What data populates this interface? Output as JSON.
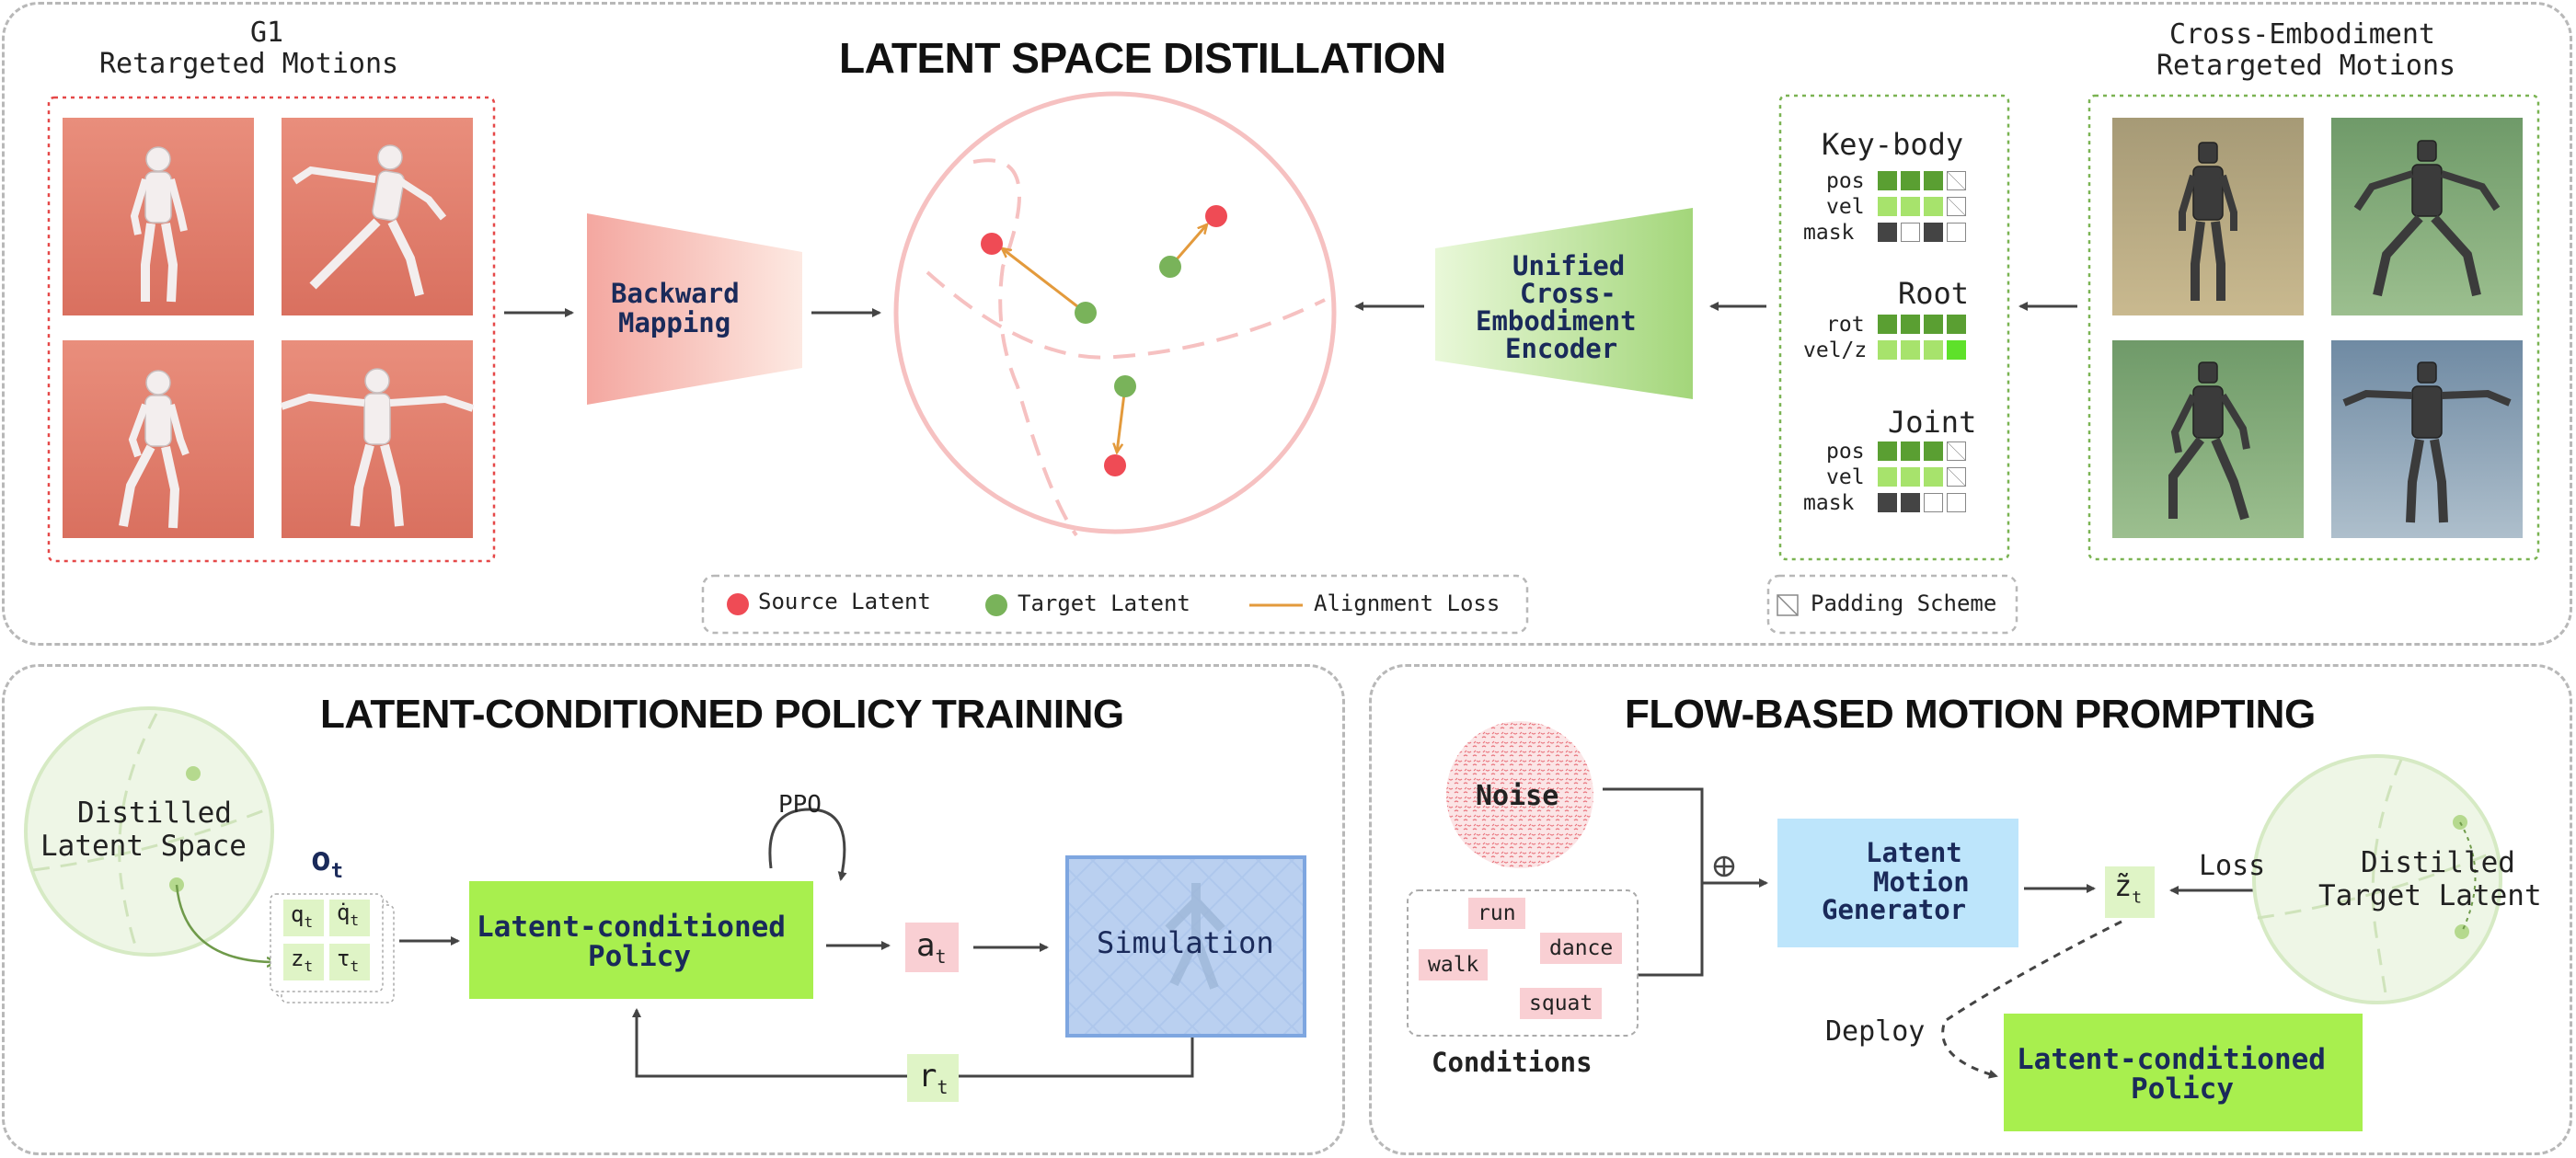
{
  "top": {
    "title": "LATENT SPACE DISTILLATION",
    "g1_label_line1": "G1",
    "g1_label_line2": "Retargeted Motions",
    "cross_label_line1": "Cross-Embodiment",
    "cross_label_line2": "Retargeted Motions",
    "backward_line1": "Backward",
    "backward_line2": "Mapping",
    "encoder_line1": "Unified",
    "encoder_line2": "Cross-",
    "encoder_line3": "Embodiment",
    "encoder_line4": "Encoder",
    "keybody": {
      "title": "Key-body",
      "rows": [
        "pos",
        "vel",
        "mask"
      ]
    },
    "root": {
      "title": "Root",
      "rows": [
        "rot",
        "vel/z"
      ]
    },
    "joint": {
      "title": "Joint",
      "rows": [
        "pos",
        "vel",
        "mask"
      ]
    },
    "legend": {
      "source": "Source Latent",
      "target": "Target Latent",
      "alignment": "Alignment Loss",
      "padding": "Padding Scheme"
    }
  },
  "bottom_left": {
    "title": "LATENT-CONDITIONED POLICY TRAINING",
    "distilled_line1": "Distilled",
    "distilled_line2": "Latent Space",
    "ppo": "PPO",
    "policy_line1": "Latent-conditioned",
    "policy_line2": "Policy",
    "simulation": "Simulation"
  },
  "bottom_right": {
    "title": "FLOW-BASED MOTION PROMPTING",
    "noise": "Noise",
    "generator_line1": "Latent",
    "generator_line2": "Motion",
    "generator_line3": "Generator",
    "loss": "Loss",
    "distilled_line1": "Distilled",
    "distilled_line2": "Target Latent",
    "deploy": "Deploy",
    "conditions": "Conditions",
    "tags": [
      "run",
      "walk",
      "dance",
      "squat"
    ],
    "policy_line1": "Latent-conditioned",
    "policy_line2": "Policy"
  },
  "colors": {
    "source": "#ef4b55",
    "target": "#79b35a",
    "alignment": "#e39a3c",
    "policy_green": "#a8ef4e",
    "generator_blue": "#bde5fb",
    "dark_green": "#5a9f32",
    "light_green": "#a7e36c",
    "dark_gray": "#444444",
    "pink_tag": "#f9cfd3"
  }
}
